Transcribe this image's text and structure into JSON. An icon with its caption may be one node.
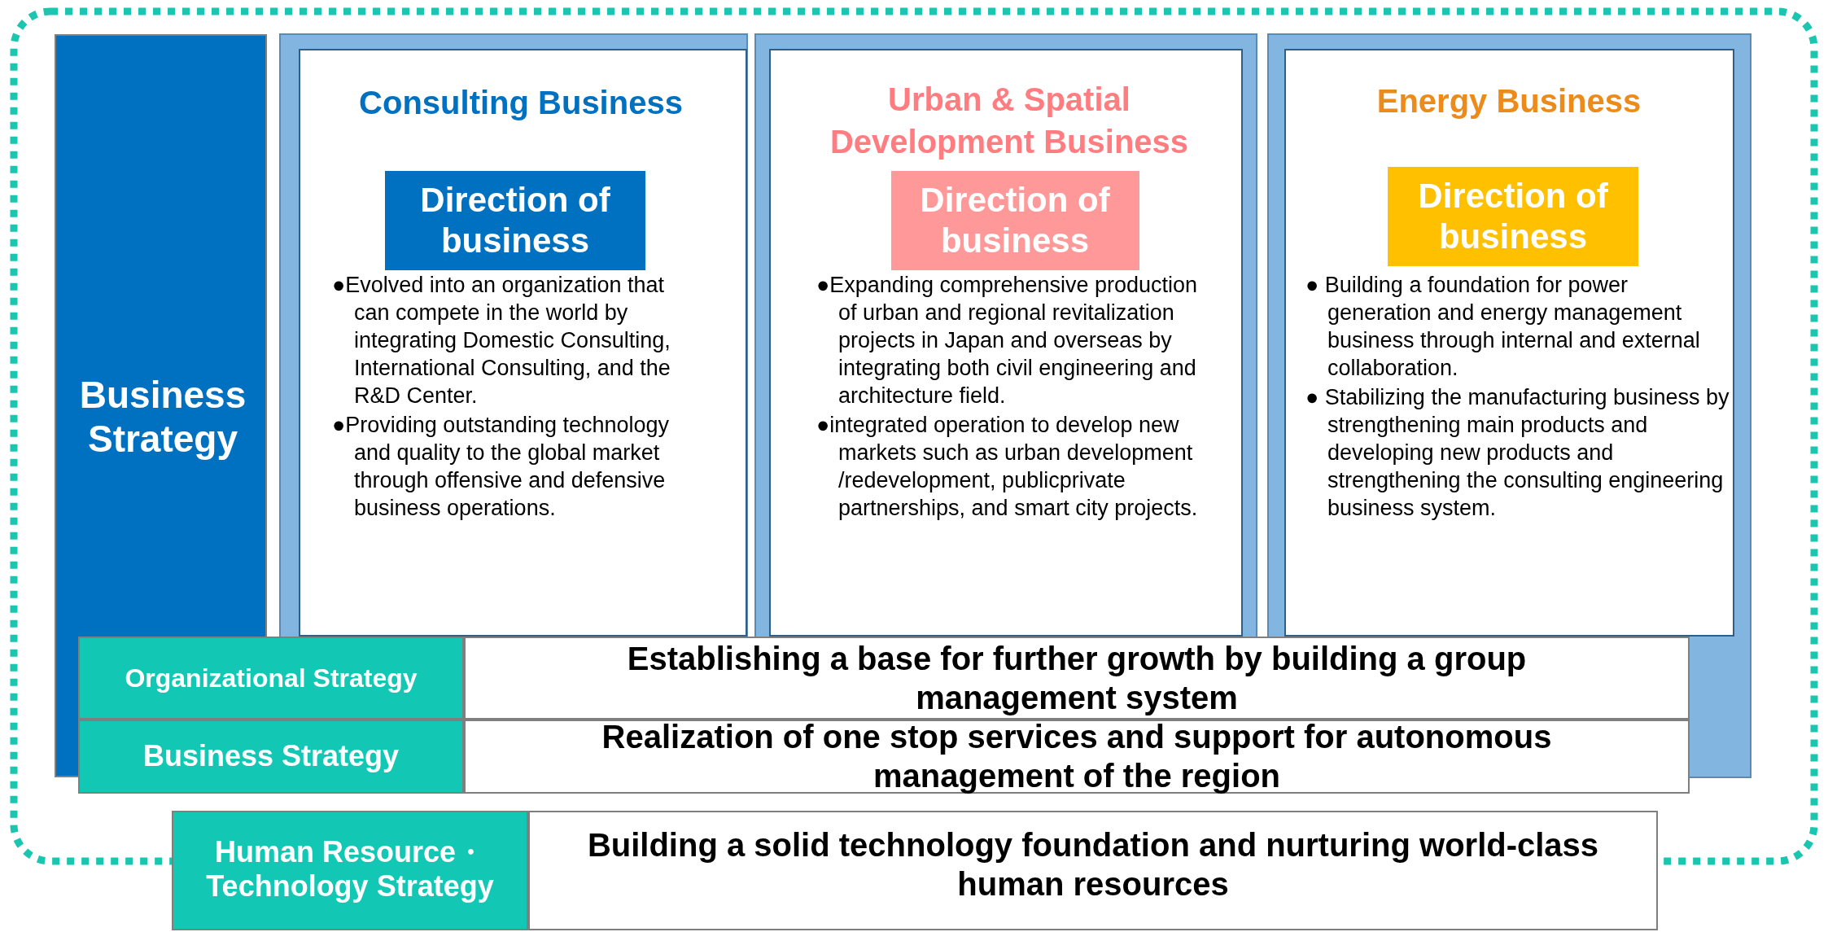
{
  "diagram": {
    "nodes": [
      {
        "text": [
          "Business Strategy"
        ]
      },
      {
        "text": [
          "Consulting Business",
          "●Evolved into an organization that can compete in the world by integrating Domestic Consulting, International Consulting, and the R&D Center.",
          "●Providing outstanding technology and quality to the global market through offensive and defensive business operations."
        ]
      },
      {
        "text": [
          "Direction of business"
        ],
        "in": 1
      },
      {
        "text": [
          "Urban & Spatial Development Business",
          "●Expanding comprehensive production of urban and regional revitalization projects in Japan and overseas by integrating both civil engineering and architecture field.",
          "●integrated operation to develop new markets such as urban development /redevelopment, publicprivate partnerships, and smart city projects."
        ]
      },
      {
        "text": [
          "Direction of business"
        ],
        "in": 3
      },
      {
        "text": [
          "Energy Business",
          "● Building a foundation for power generation and energy management business through internal and external collaboration.",
          "● Stabilizing the manufacturing business by strengthening main products and developing new products and strengthening the consulting engineering business system."
        ]
      },
      {
        "text": [
          "Direction of business"
        ],
        "in": 5
      },
      {
        "text": [
          "Organizational Strategy"
        ]
      },
      {
        "text": [
          "Establishing a base for further growth by building a group management system"
        ]
      },
      {
        "text": [
          "Business Strategy"
        ]
      },
      {
        "text": [
          "Realization of one stop services and support for autonomous management of the region"
        ]
      },
      {
        "text": [
          "Human Resource・Technology Strategy"
        ]
      },
      {
        "text": [
          "Building a solid technology foundation and nurturing world-class human resources"
        ]
      }
    ]
  }
}
